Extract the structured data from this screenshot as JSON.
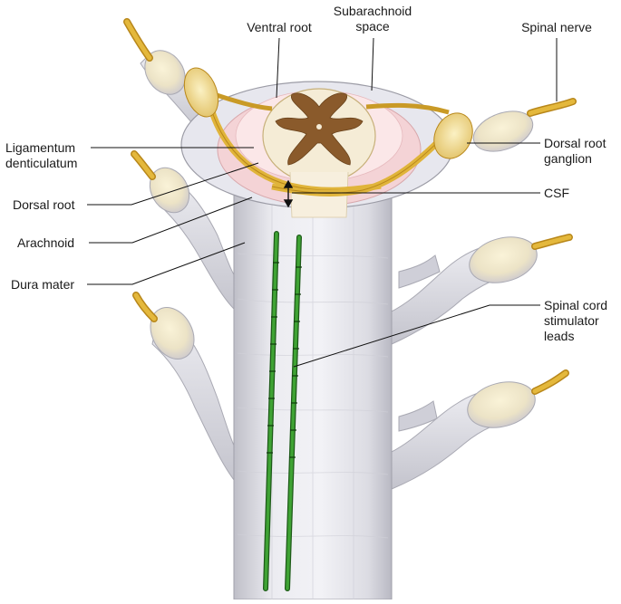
{
  "labels": {
    "ventral_root": "Ventral root",
    "subarachnoid_space_line1": "Subarachnoid",
    "subarachnoid_space_line2": "space",
    "spinal_nerve": "Spinal nerve",
    "ligamentum_line1": "Ligamentum",
    "ligamentum_line2": "denticulatum",
    "dorsal_root_ganglion_line1": "Dorsal root",
    "dorsal_root_ganglion_line2": "ganglion",
    "dorsal_root": "Dorsal root",
    "csf": "CSF",
    "arachnoid": "Arachnoid",
    "dura_mater": "Dura mater",
    "stimulator_line1": "Spinal cord",
    "stimulator_line2": "stimulator",
    "stimulator_line3": "leads"
  },
  "colors": {
    "dura": "#e4e4ea",
    "dura_shade": "#c9c9d2",
    "nerve_gold": "#e0b43a",
    "nerve_gold_dark": "#b8871a",
    "ganglion_yellow": "#f2dc8a",
    "arachnoid_pink": "#f4d3d6",
    "white_matter": "#f5ecd6",
    "gray_matter": "#8a5a2b",
    "lead_green": "#2f8a2a",
    "lead_dark": "#1d5a18"
  }
}
